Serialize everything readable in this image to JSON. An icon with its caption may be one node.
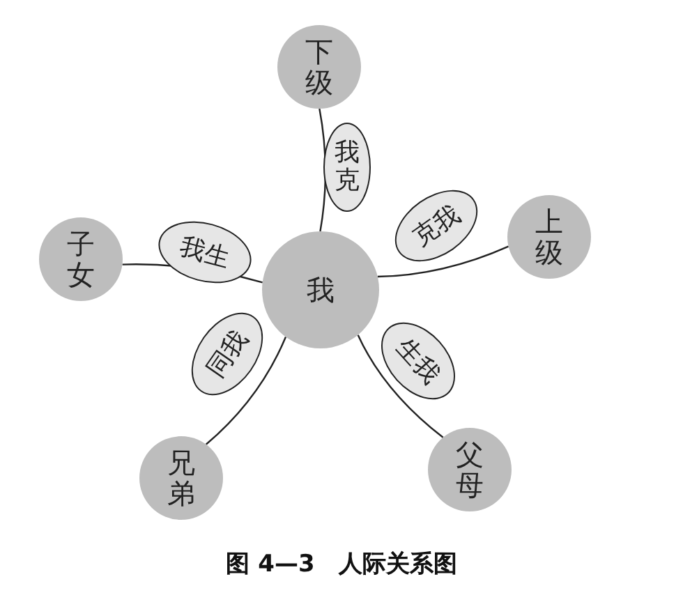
{
  "diagram": {
    "caption": "图 4—3　人际关系图",
    "nodes": [
      {
        "text": [
          "我"
        ]
      },
      {
        "text": [
          "下级"
        ]
      },
      {
        "text": [
          "上级"
        ]
      },
      {
        "text": [
          "子女"
        ]
      },
      {
        "text": [
          "兄弟"
        ]
      },
      {
        "text": [
          "父母"
        ]
      }
    ],
    "edges": [
      {
        "from": 0,
        "to": 1,
        "arrow": "none",
        "label": "我克"
      },
      {
        "from": 0,
        "to": 2,
        "arrow": "none",
        "label": "克我"
      },
      {
        "from": 0,
        "to": 3,
        "arrow": "none",
        "label": "我生"
      },
      {
        "from": 0,
        "to": 4,
        "arrow": "none",
        "label": "同我"
      },
      {
        "from": 0,
        "to": 5,
        "arrow": "none",
        "label": "生我"
      }
    ]
  }
}
